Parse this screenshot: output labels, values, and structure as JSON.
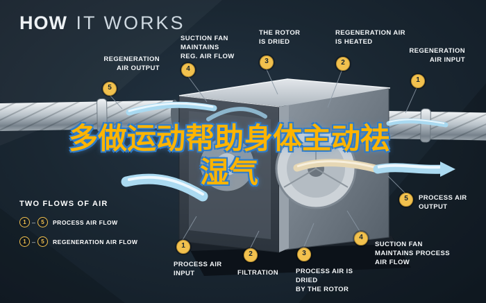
{
  "title": {
    "bold": "HOW",
    "light": "IT WORKS"
  },
  "watermark": {
    "line1": "多做运动帮助身体主动祛",
    "line2": "湿气"
  },
  "callouts": {
    "reg_output": {
      "number": "5",
      "label": "REGENERATION\nAIR OUTPUT"
    },
    "reg_fan": {
      "number": "4",
      "label": "SUCTION FAN\nMAINTAINS\nREG. AIR FLOW"
    },
    "rotor_dried": {
      "number": "3",
      "label": "THE ROTOR\nIS DRIED"
    },
    "reg_heated": {
      "number": "2",
      "label": "REGENERATION AIR\nIS HEATED"
    },
    "reg_input": {
      "number": "1",
      "label": "REGENERATION\nAIR INPUT"
    },
    "process_output": {
      "number": "5",
      "label": "PROCESS AIR\nOUTPUT"
    },
    "process_fan": {
      "number": "4",
      "label": "SUCTION FAN\nMAINTAINS PROCESS\nAIR FLOW"
    },
    "process_dried": {
      "number": "3",
      "label": "PROCESS AIR IS DRIED\nBY THE ROTOR"
    },
    "filtration": {
      "number": "2",
      "label": "FILTRATION"
    },
    "process_input": {
      "number": "1",
      "label": "PROCESS AIR\nINPUT"
    }
  },
  "legend": {
    "title": "TWO FLOWS OF AIR",
    "separator": "–",
    "rows": [
      {
        "from": "1",
        "to": "5",
        "label": "PROCESS AIR FLOW"
      },
      {
        "from": "1",
        "to": "5",
        "label": "REGENERATION AIR FLOW"
      }
    ]
  },
  "colors": {
    "background": "#16222e",
    "badge": "#f2c14e",
    "flow_blue": "#a9d9f0",
    "flow_beige": "#e6d7b4",
    "watermark_fill": "#ffb400",
    "watermark_outline": "#2f7cc9"
  }
}
